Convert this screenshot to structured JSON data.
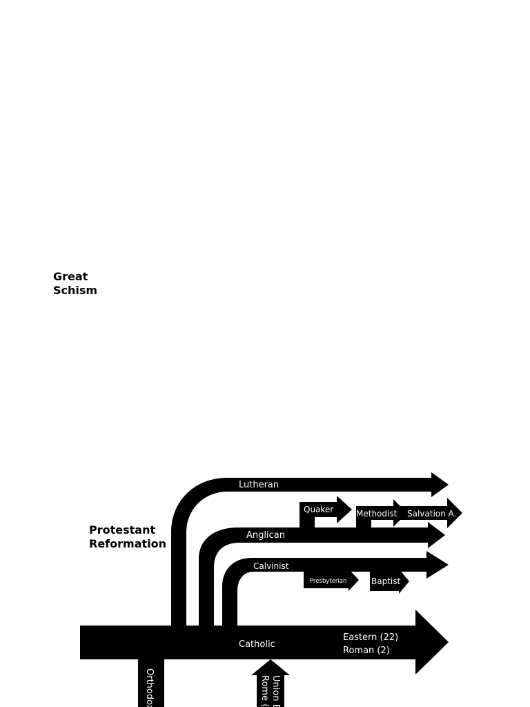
{
  "headings": {
    "great_schism": "Great\nSchism",
    "protestant_reformation": "Protestant\nReformation"
  },
  "branches": {
    "catholic": "Catholic",
    "catholic_note_1": "Eastern (22)",
    "catholic_note_2": "Roman (2)",
    "orthodox": "Orthodox",
    "union_line_1": "Union B",
    "union_line_2": "Rome (",
    "lutheran": "Lutheran",
    "anglican": "Anglican",
    "calvinist": "Calvinist",
    "quaker": "Quaker",
    "methodist": "Methodist",
    "salvation_army": "Salvation A.",
    "presbyterian": "Presbyterian",
    "baptist": "Baptist"
  },
  "colors": {
    "arrow_fill": "#000000",
    "label_text": "#ffffff",
    "heading_text": "#000000",
    "background": "#ffffff"
  }
}
